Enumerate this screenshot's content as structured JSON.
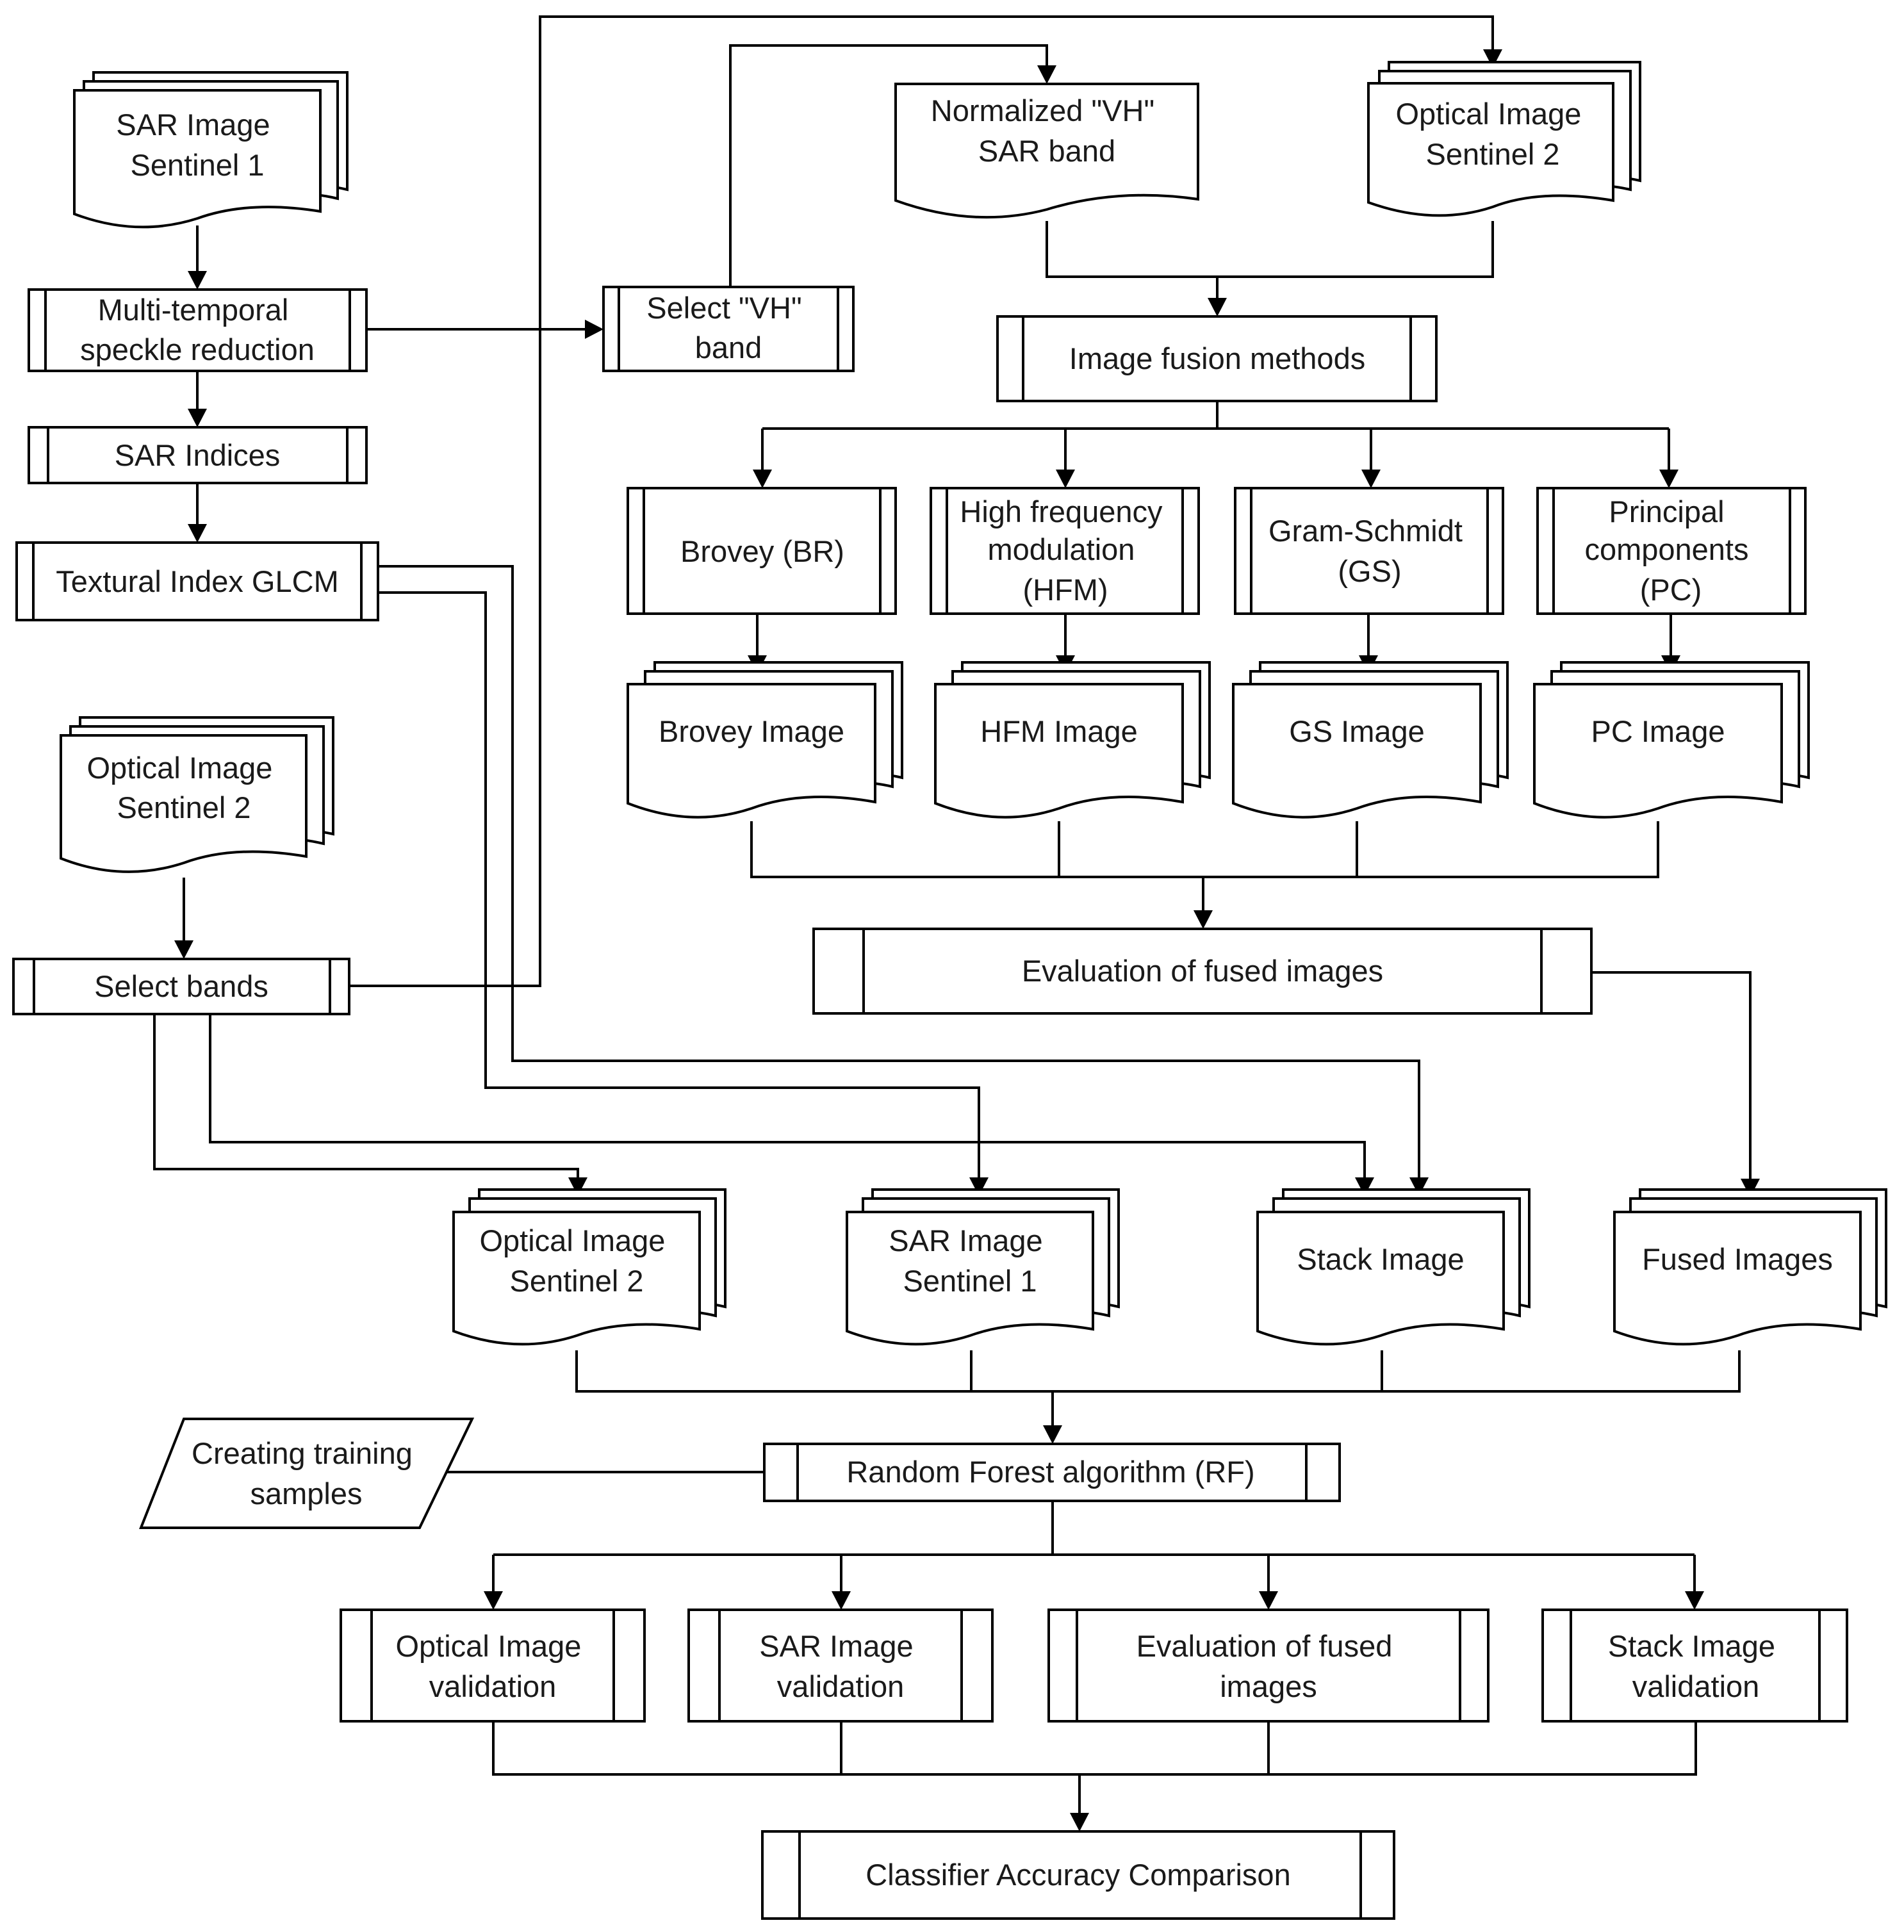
{
  "nodes": {
    "sar_image_s1_top": [
      "SAR Image",
      "Sentinel 1"
    ],
    "multi_temporal": [
      "Multi-temporal",
      "speckle reduction"
    ],
    "sar_indices": [
      "SAR Indices"
    ],
    "textural_glcm": [
      "Textural Index GLCM"
    ],
    "optical_s2_left": [
      "Optical Image",
      "Sentinel 2"
    ],
    "select_bands": [
      "Select bands"
    ],
    "select_vh": [
      "Select \"VH\"",
      "band"
    ],
    "normalized_vh": [
      "Normalized \"VH\"",
      "SAR band"
    ],
    "optical_s2_top": [
      "Optical Image",
      "Sentinel 2"
    ],
    "fusion_methods": [
      "Image fusion methods"
    ],
    "brovey": [
      "Brovey (BR)"
    ],
    "hfm": [
      "High frequency",
      "modulation",
      "(HFM)"
    ],
    "gram_schmidt": [
      "Gram-Schmidt",
      "(GS)"
    ],
    "principal": [
      "Principal",
      "components",
      "(PC)"
    ],
    "brovey_image": [
      "Brovey Image"
    ],
    "hfm_image": [
      "HFM Image"
    ],
    "gs_image": [
      "GS Image"
    ],
    "pc_image": [
      "PC Image"
    ],
    "evaluation_fused": [
      "Evaluation of fused images"
    ],
    "optical_s2_bottom": [
      "Optical Image",
      "Sentinel 2"
    ],
    "sar_s1_bottom": [
      "SAR Image",
      "Sentinel 1"
    ],
    "stack_image": [
      "Stack Image"
    ],
    "fused_images": [
      "Fused Images"
    ],
    "training_samples": [
      "Creating training",
      "samples"
    ],
    "random_forest": [
      "Random Forest algorithm (RF)"
    ],
    "optical_validation": [
      "Optical Image",
      "validation"
    ],
    "sar_validation": [
      "SAR Image",
      "validation"
    ],
    "eval_fused_validation": [
      "Evaluation of fused",
      "images"
    ],
    "stack_validation": [
      "Stack Image",
      "validation"
    ],
    "classifier_comparison": [
      "Classifier Accuracy Comparison"
    ]
  }
}
